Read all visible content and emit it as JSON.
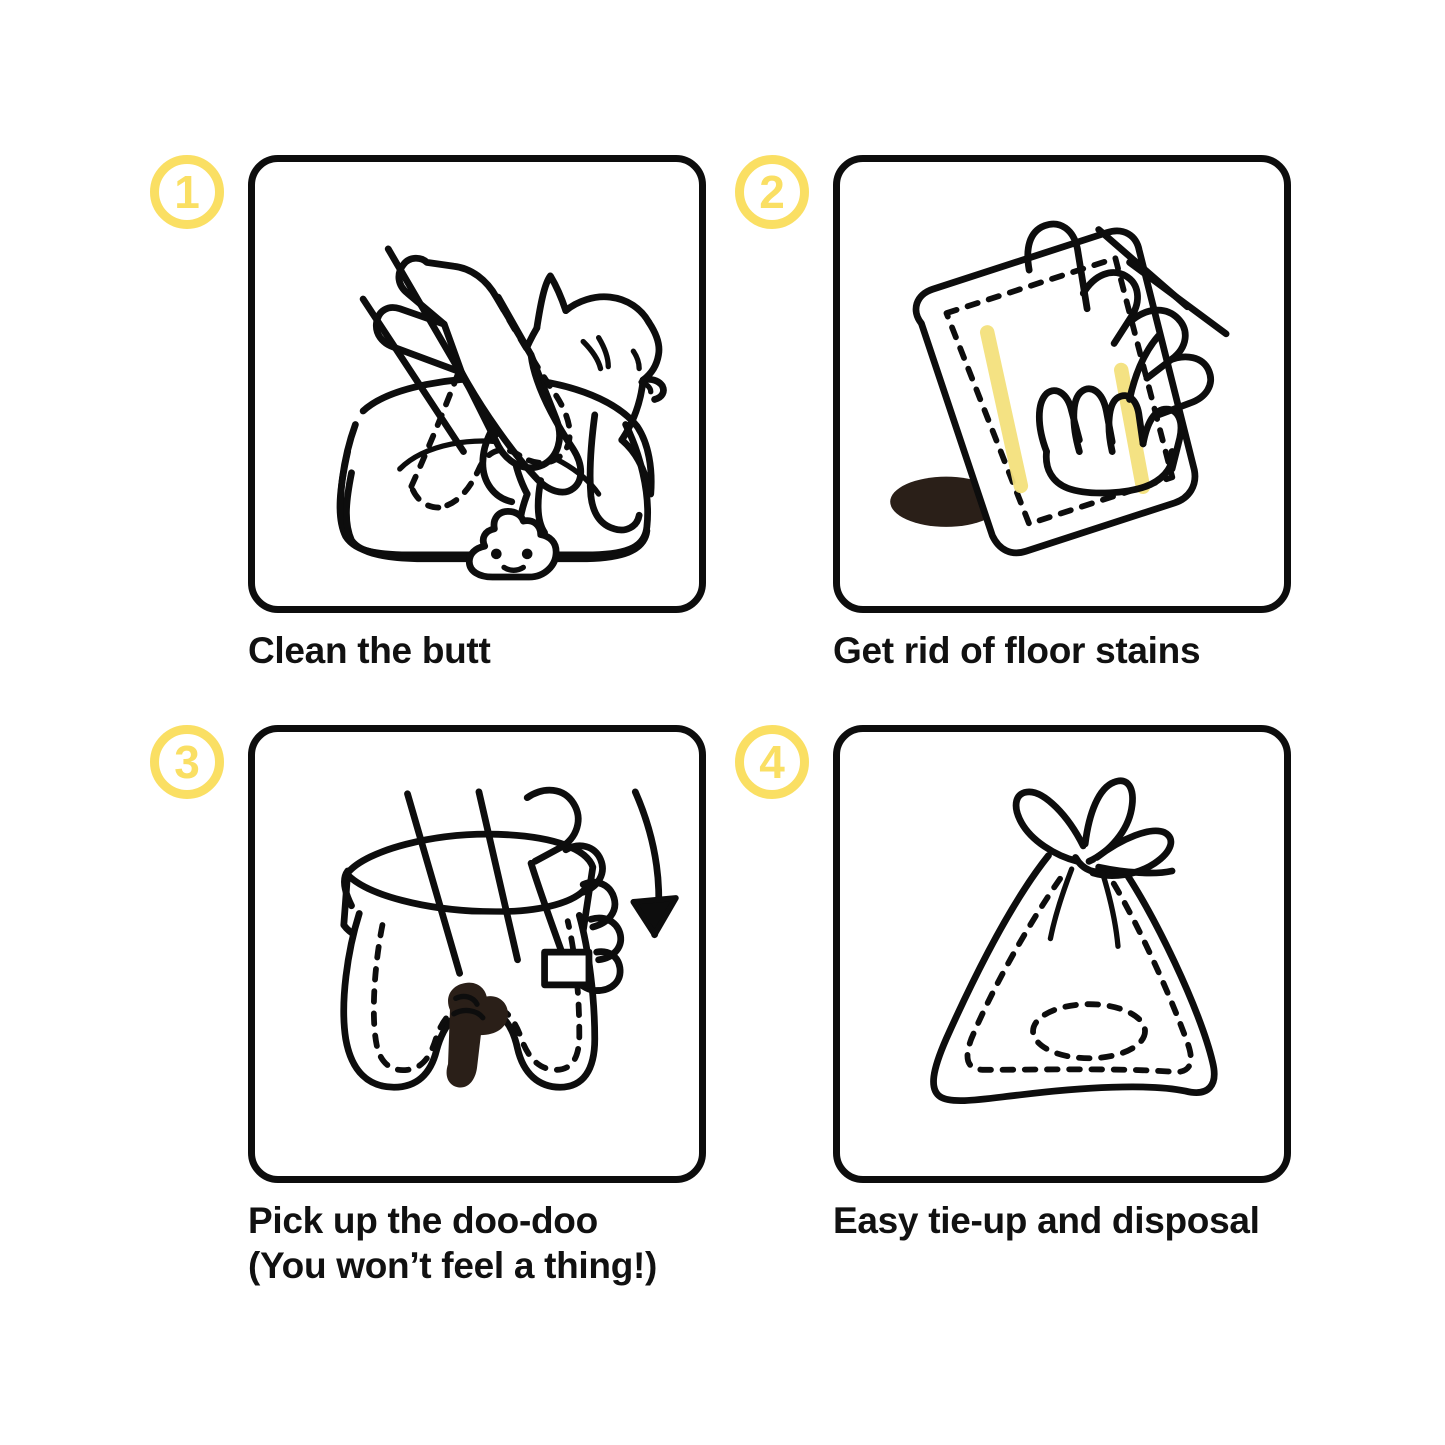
{
  "colors": {
    "background": "#ffffff",
    "ink": "#0d0d0d",
    "badge_yellow": "#FADF63",
    "highlight_yellow": "#F3E07C",
    "stain_dark": "#2a1f18",
    "caption_text": "#111111"
  },
  "steps": [
    {
      "number": "1",
      "caption": "Clean the butt",
      "illustration": "cat-in-litter-box-with-glove-wiping",
      "elements": [
        "cat",
        "litter-box",
        "disposable-glove-mitt",
        "poop-emoji"
      ]
    },
    {
      "number": "2",
      "caption": "Get rid of floor stains",
      "illustration": "gloved-hand-wiping-floor-stain",
      "elements": [
        "hand-in-glove",
        "floor-stain",
        "wipe-streaks"
      ]
    },
    {
      "number": "3",
      "caption": "Pick up the doo-doo\n(You won’t feel a thing!)",
      "illustration": "hand-in-glove-picking-up-poop-with-arrow",
      "elements": [
        "hand-in-glove",
        "poop",
        "turn-arrow"
      ]
    },
    {
      "number": "4",
      "caption": "Easy tie-up and disposal",
      "illustration": "tied-disposal-bag",
      "elements": [
        "tied-bag",
        "knot-bow",
        "contents-outline"
      ]
    }
  ]
}
